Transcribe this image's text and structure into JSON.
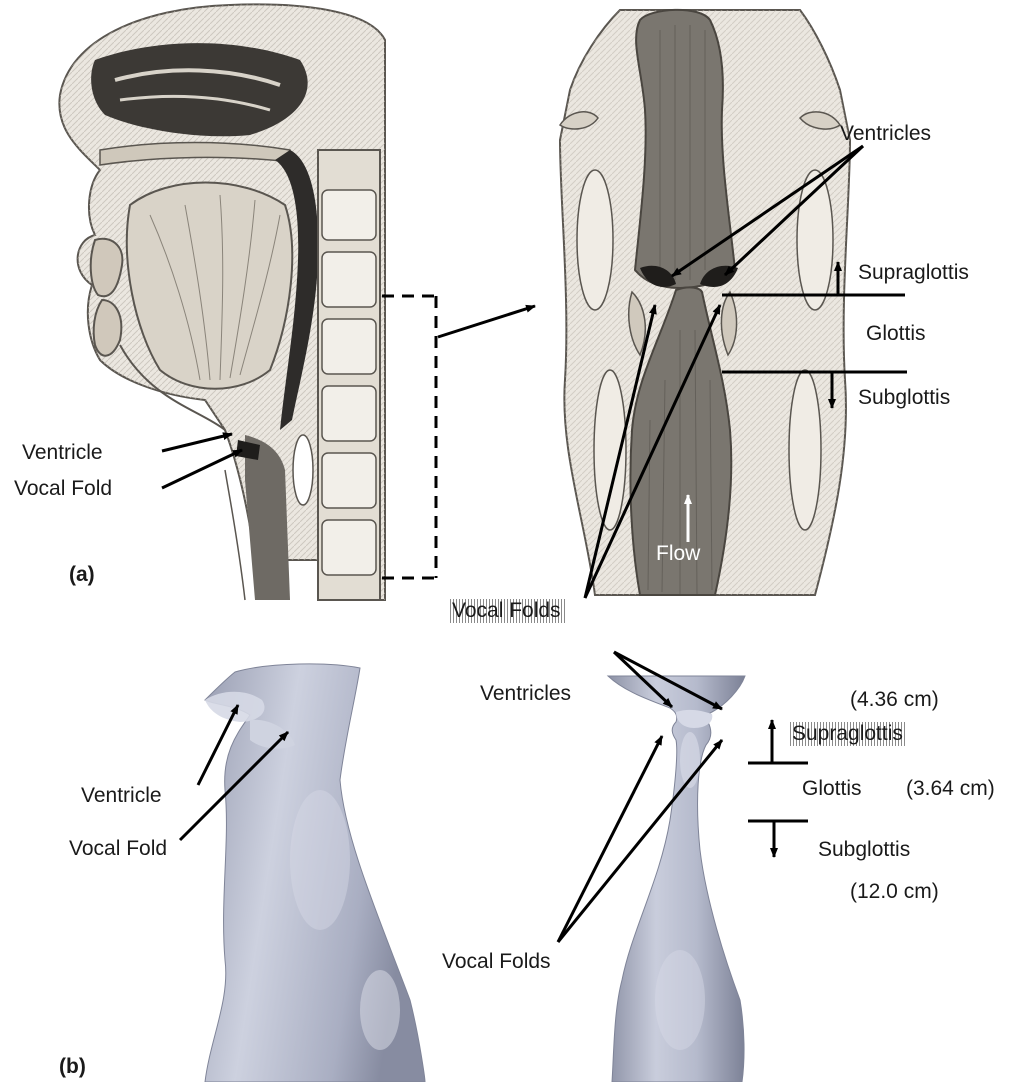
{
  "panel_a": {
    "label": "(a)",
    "sagittal": {
      "ventricle": "Ventricle",
      "vocal_fold": "Vocal Fold"
    },
    "coronal": {
      "ventricles": "Ventricles",
      "supraglottis": "Supraglottis",
      "glottis": "Glottis",
      "subglottis": "Subglottis",
      "flow": "Flow",
      "vocal_folds": "Vocal Folds"
    }
  },
  "panel_b": {
    "label": "(b)",
    "side_view": {
      "ventricle": "Ventricle",
      "vocal_fold": "Vocal Fold"
    },
    "front_view": {
      "ventricles": "Ventricles",
      "supraglottis": "Supraglottis",
      "supraglottis_length": "(4.36 cm)",
      "glottis": "Glottis",
      "glottis_length": "(3.64 cm)",
      "subglottis": "Subglottis",
      "subglottis_length": "(12.0 cm)",
      "vocal_folds": "Vocal Folds"
    }
  },
  "colors": {
    "anatomy_fill": "#ebe7e0",
    "anatomy_line": "#5a5650",
    "dark_cavity": "#2e2c2a",
    "model_surface": "#aeb3c6",
    "model_shadow": "#7f8498",
    "model_highlight": "#d6d9e6",
    "arrow": "#000000"
  }
}
